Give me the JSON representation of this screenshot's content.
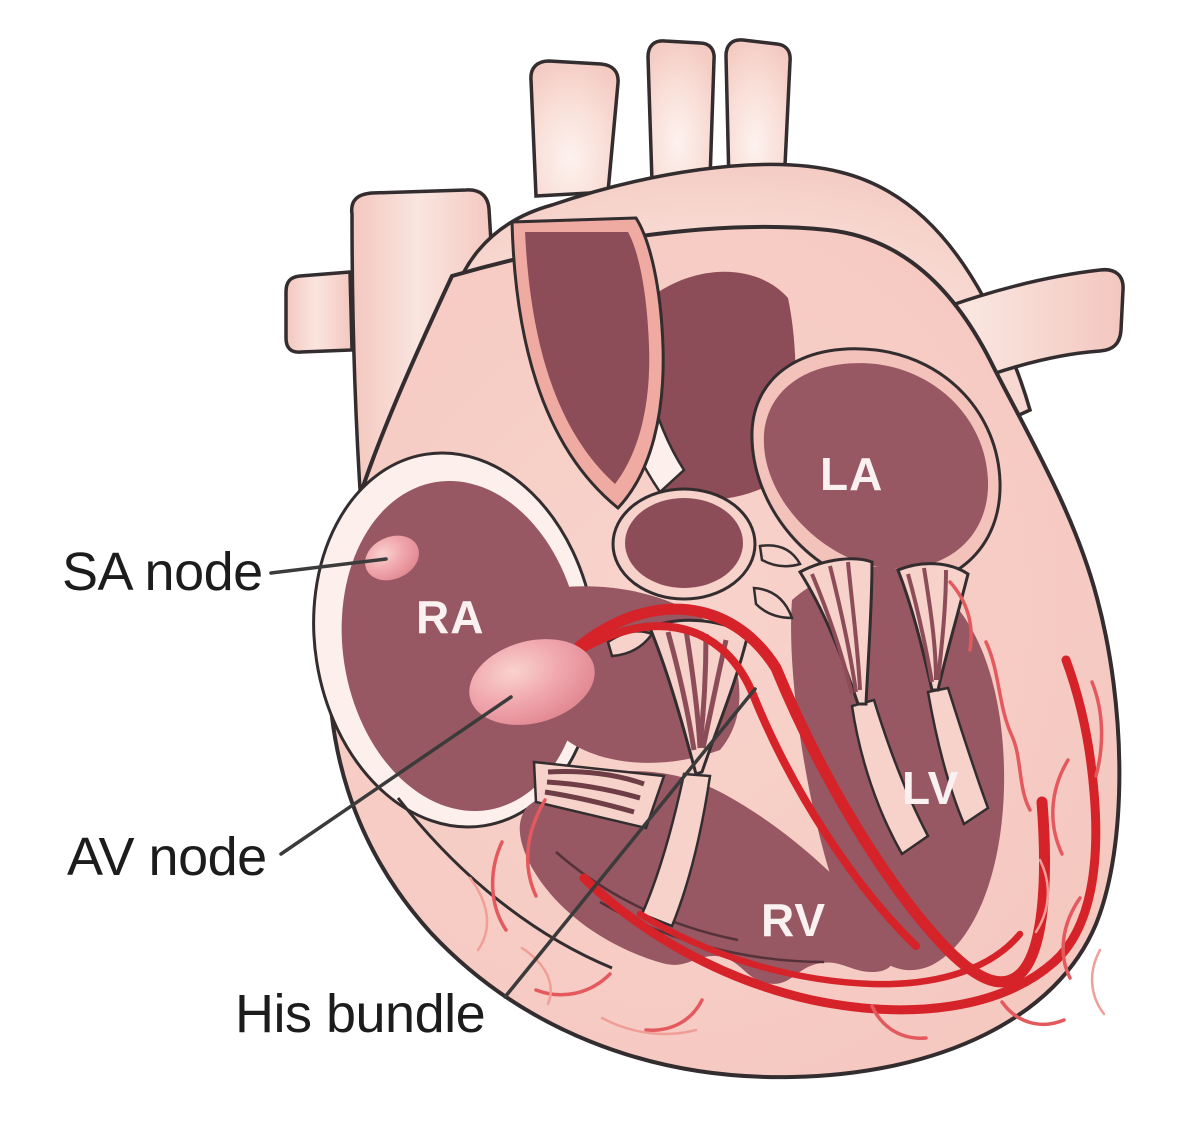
{
  "diagram": {
    "subject": "Heart conduction system cross-section",
    "annotations": {
      "sa_node": "SA node",
      "av_node": "AV node",
      "his_bundle": "His bundle"
    },
    "chambers": {
      "right_atrium": "RA",
      "left_atrium": "LA",
      "left_ventricle": "LV",
      "right_ventricle": "RV"
    }
  },
  "colors": {
    "background": "#ffffff",
    "outline": "#332d2f",
    "wall": "#f6cbc3",
    "wall_light": "#f7d2ca",
    "vessel": "#f8dad3",
    "rim_white": "#fdf0ec",
    "chamber": "#975863",
    "chamber_deep": "#8d4d58",
    "salmon": "#efaaa2",
    "la_rim": "#f3c3bb",
    "conduction_red": "#d52329",
    "conduction_branch": "#e4595e",
    "capillary_pink": "#ef9f98",
    "trabecula": "#55323a",
    "fan_stripe": "#6e3d46",
    "pointer_line": "#3b3b3b",
    "annotation_text": "#1c1c1c",
    "chamber_text": "#faf1f0"
  }
}
